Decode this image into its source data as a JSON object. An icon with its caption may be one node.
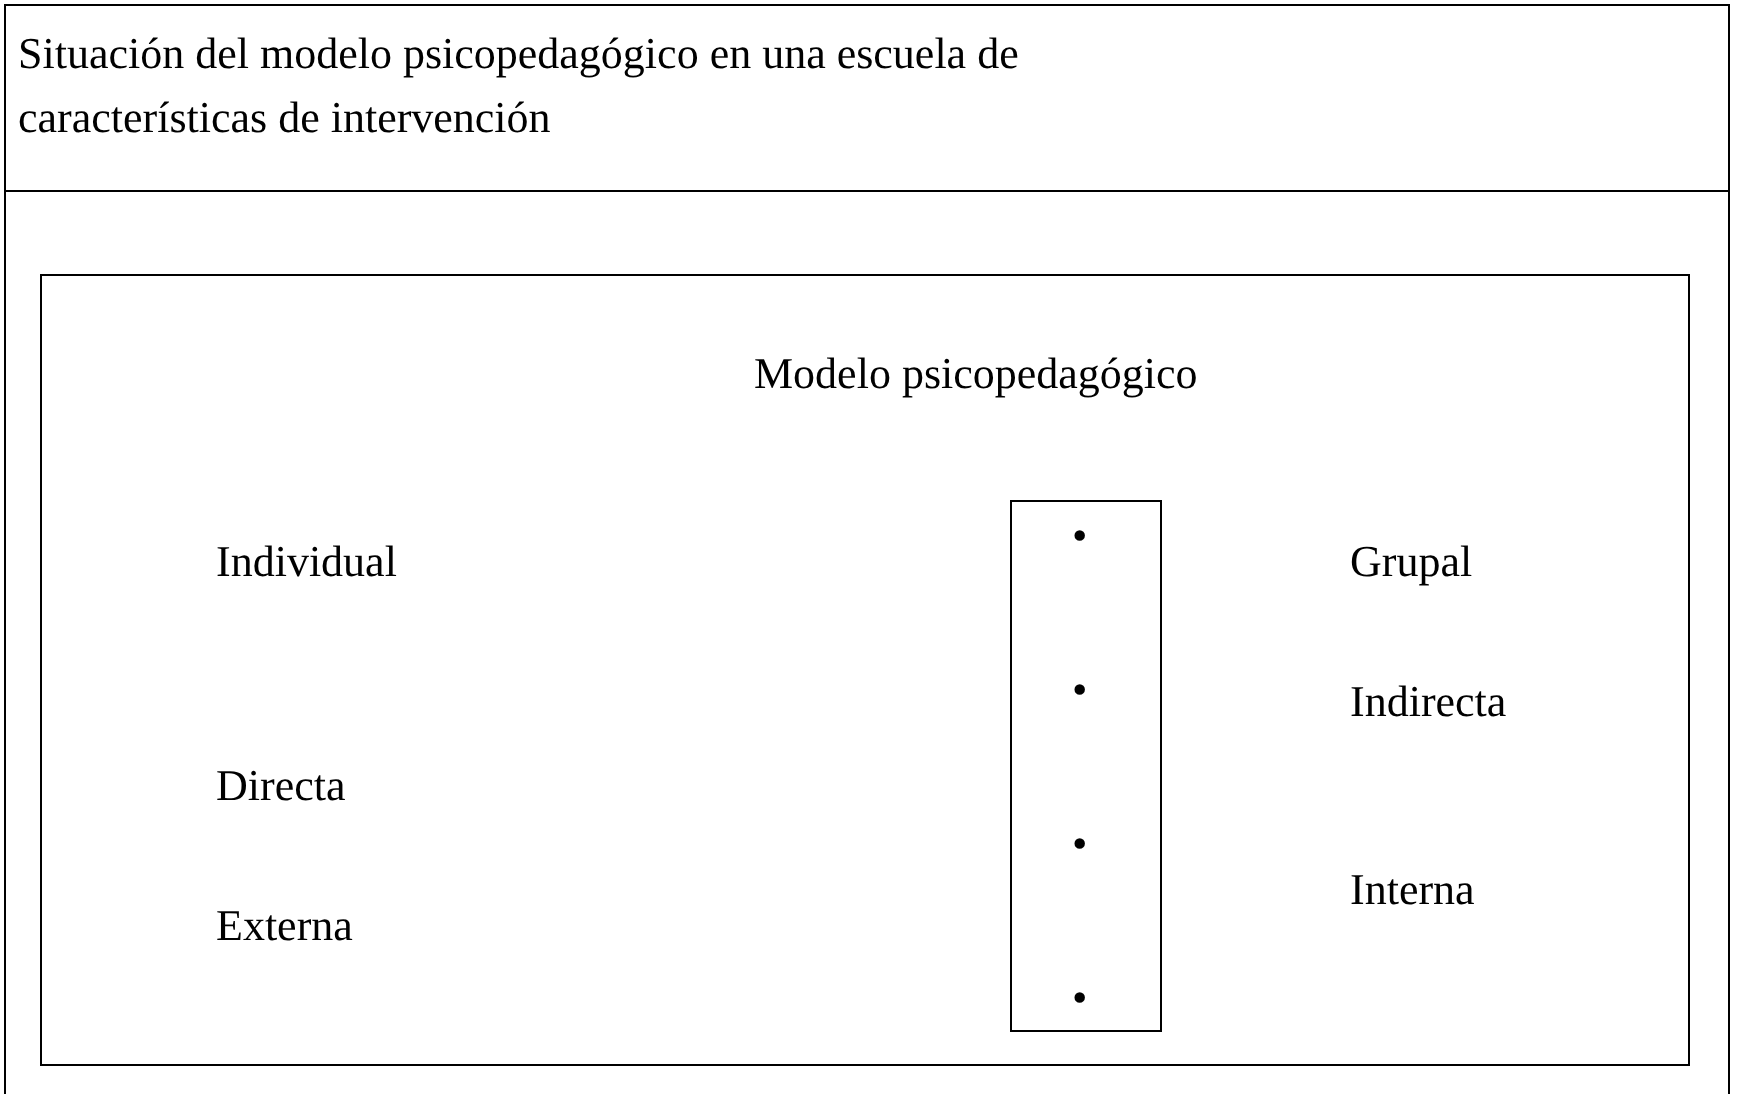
{
  "diagram": {
    "nodes": [
      {
        "text": [
          "Situación del modelo psicopedagógico en una escuela de características de intervención"
        ]
      },
      {
        "text": [
          "Modelo psicopedagógico"
        ],
        "in": 0
      },
      {
        "text": [
          "•",
          "•",
          "•",
          "•"
        ],
        "in": 1
      }
    ],
    "labels": [
      "Individual",
      "Grupal",
      "Directa",
      "Indirecta",
      "Externa",
      "Interna"
    ]
  }
}
